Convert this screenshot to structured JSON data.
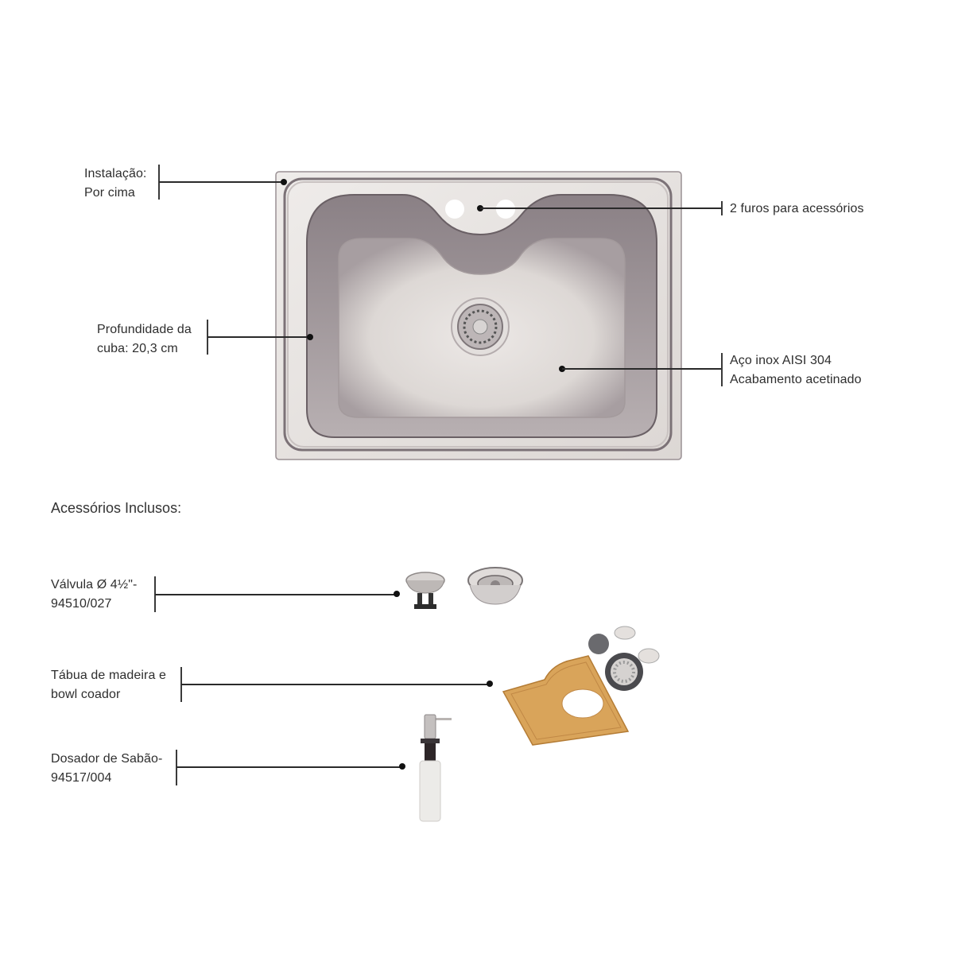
{
  "sink_callouts": {
    "installation": {
      "line1": "Instalação:",
      "line2": "Por cima"
    },
    "depth": {
      "line1": "Profundidade da",
      "line2": "cuba: 20,3 cm"
    },
    "holes": {
      "line1": "2 furos para acessórios"
    },
    "material": {
      "line1": "Aço inox AISI 304",
      "line2": "Acabamento acetinado"
    }
  },
  "accessories": {
    "title": "Acessórios Inclusos:",
    "items": [
      {
        "line1": "Válvula  Ø 4½\"-",
        "line2": "94510/027",
        "icon": "drain-valve-icon"
      },
      {
        "line1": "Tábua de madeira e",
        "line2": "bowl coador",
        "icon": "cutting-board-icon"
      },
      {
        "line1": "Dosador de Sabão-",
        "line2": "94517/004",
        "icon": "soap-dispenser-icon"
      }
    ]
  },
  "colors": {
    "steel_light": "#e6e2df",
    "steel_dark": "#6e6468",
    "wood": "#d9a45a",
    "line": "#2a2a2a"
  }
}
